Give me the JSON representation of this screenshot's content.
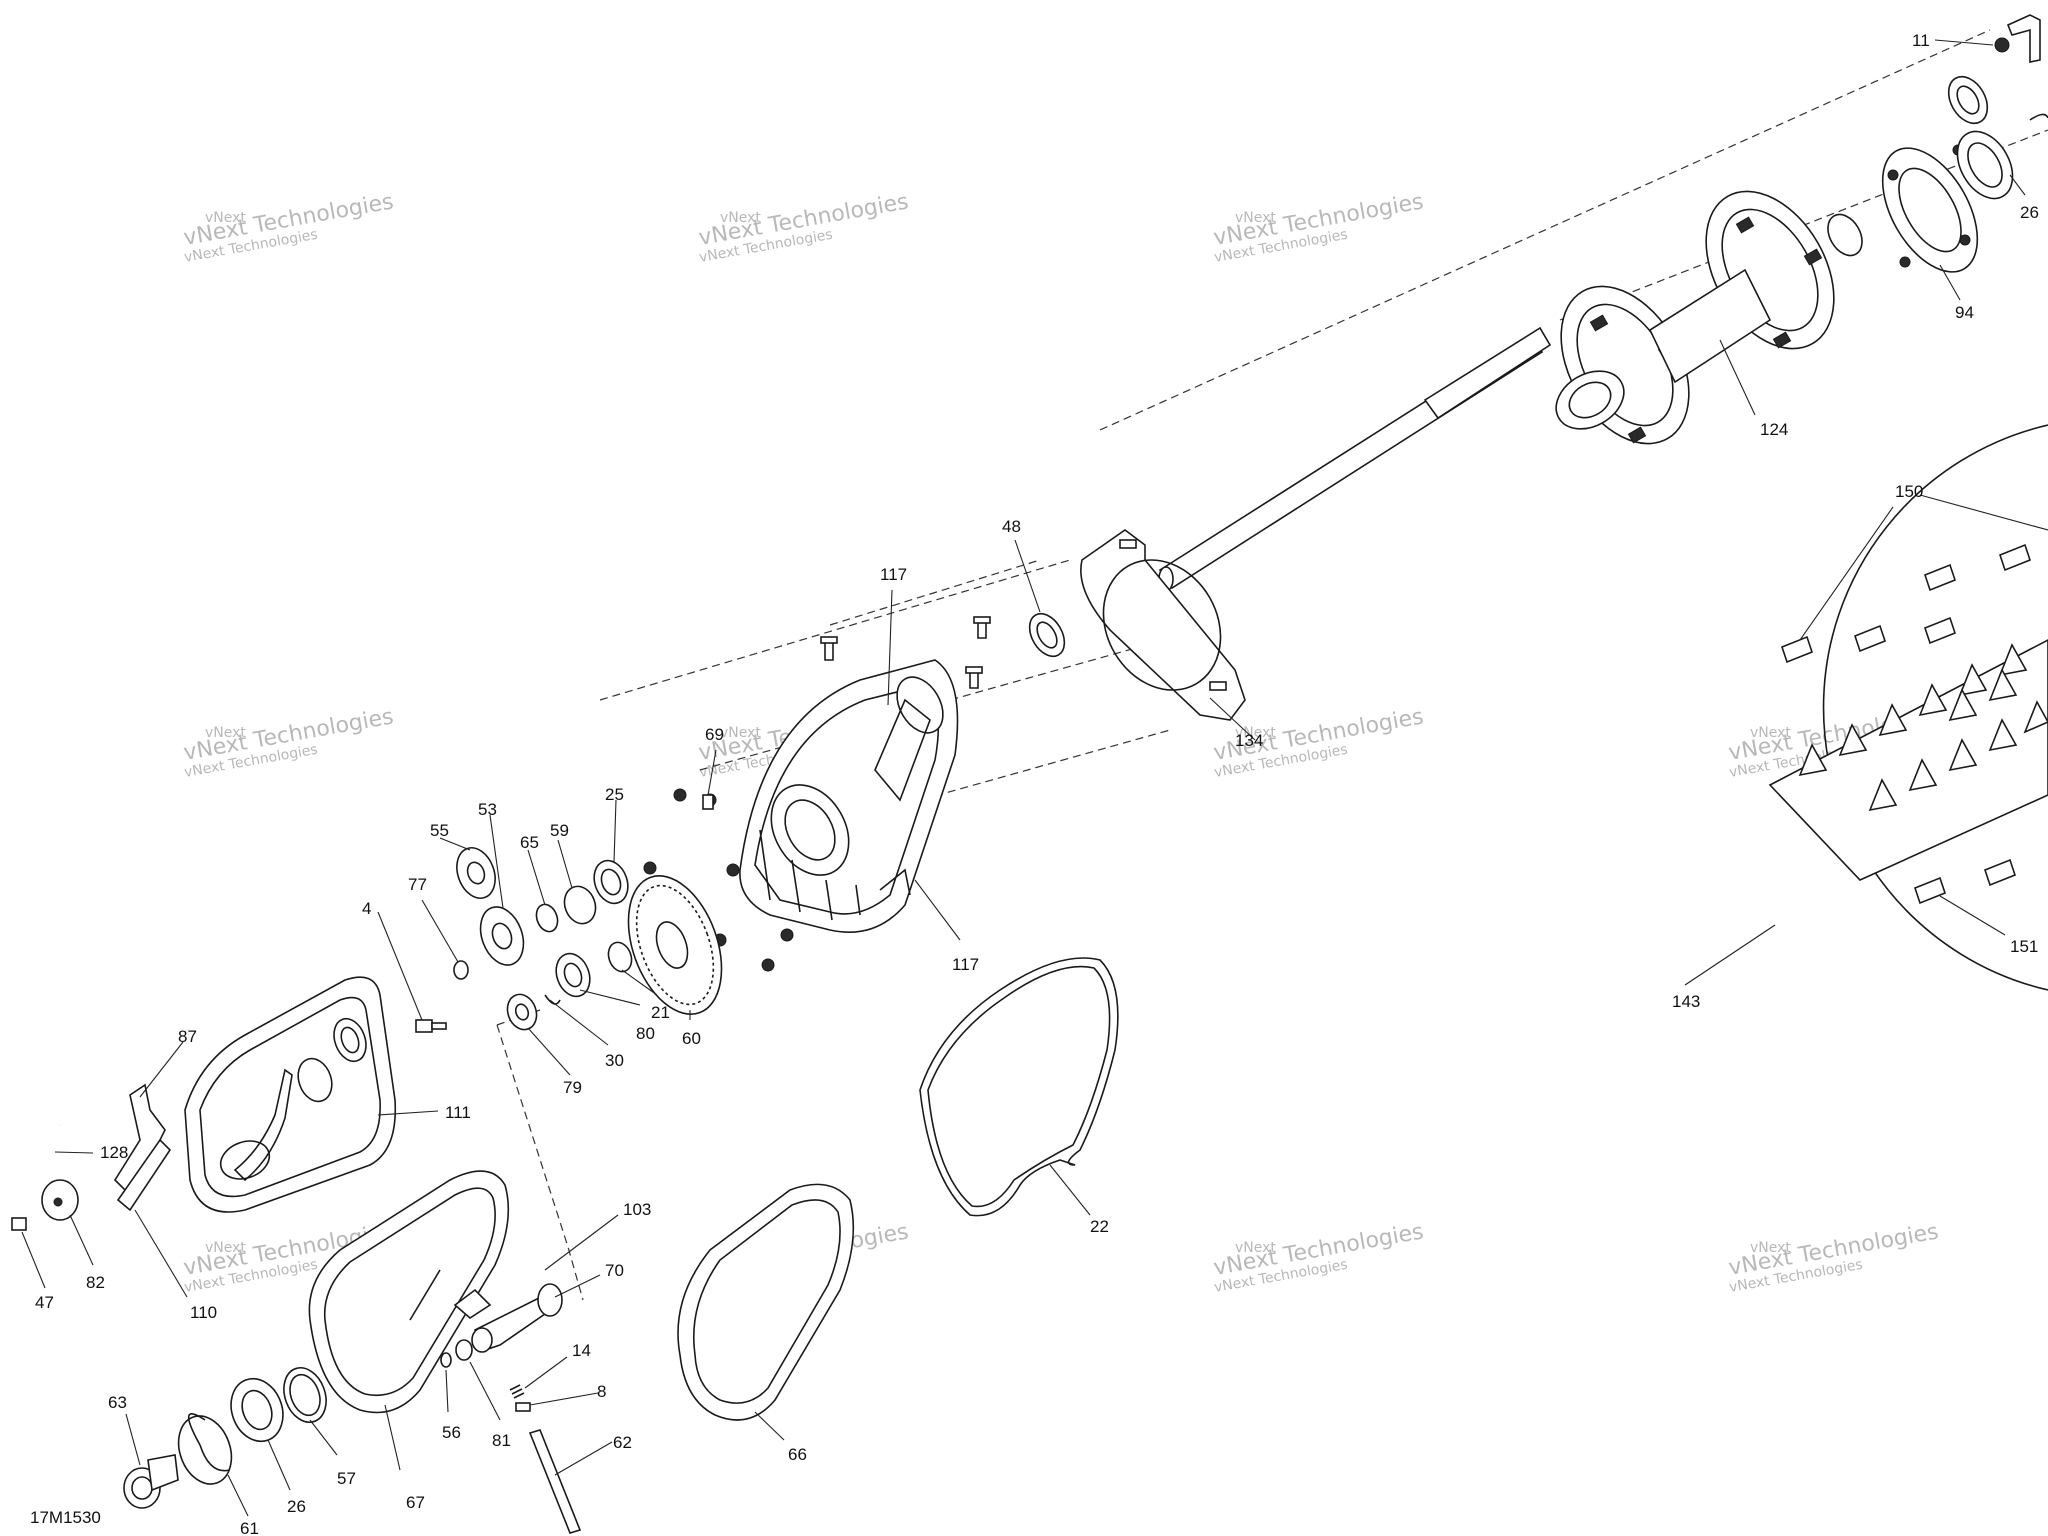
{
  "diagram": {
    "code": "17M1530",
    "watermark_line1": "vNext Technologies",
    "watermark_line2": "vNext Technologies",
    "watermark_top": "vNext",
    "callouts": {
      "c11": "11",
      "c26a": "26",
      "c94": "94",
      "c124": "124",
      "c150": "150",
      "c48": "48",
      "c117a": "117",
      "c134": "134",
      "c69": "69",
      "c25": "25",
      "c53": "53",
      "c55": "55",
      "c65": "65",
      "c59": "59",
      "c77": "77",
      "c4": "4",
      "c117b": "117",
      "c21": "21",
      "c80": "80",
      "c60": "60",
      "c30": "30",
      "c79": "79",
      "c87": "87",
      "c111": "111",
      "c128": "128",
      "c82": "82",
      "c47": "47",
      "c110": "110",
      "c143": "143",
      "c151": "151",
      "c22": "22",
      "c103": "103",
      "c70": "70",
      "c14": "14",
      "c8": "8",
      "c62": "62",
      "c63": "63",
      "c56": "56",
      "c81": "81",
      "c57": "57",
      "c67": "67",
      "c66": "66",
      "c26b": "26",
      "c61": "61"
    }
  }
}
